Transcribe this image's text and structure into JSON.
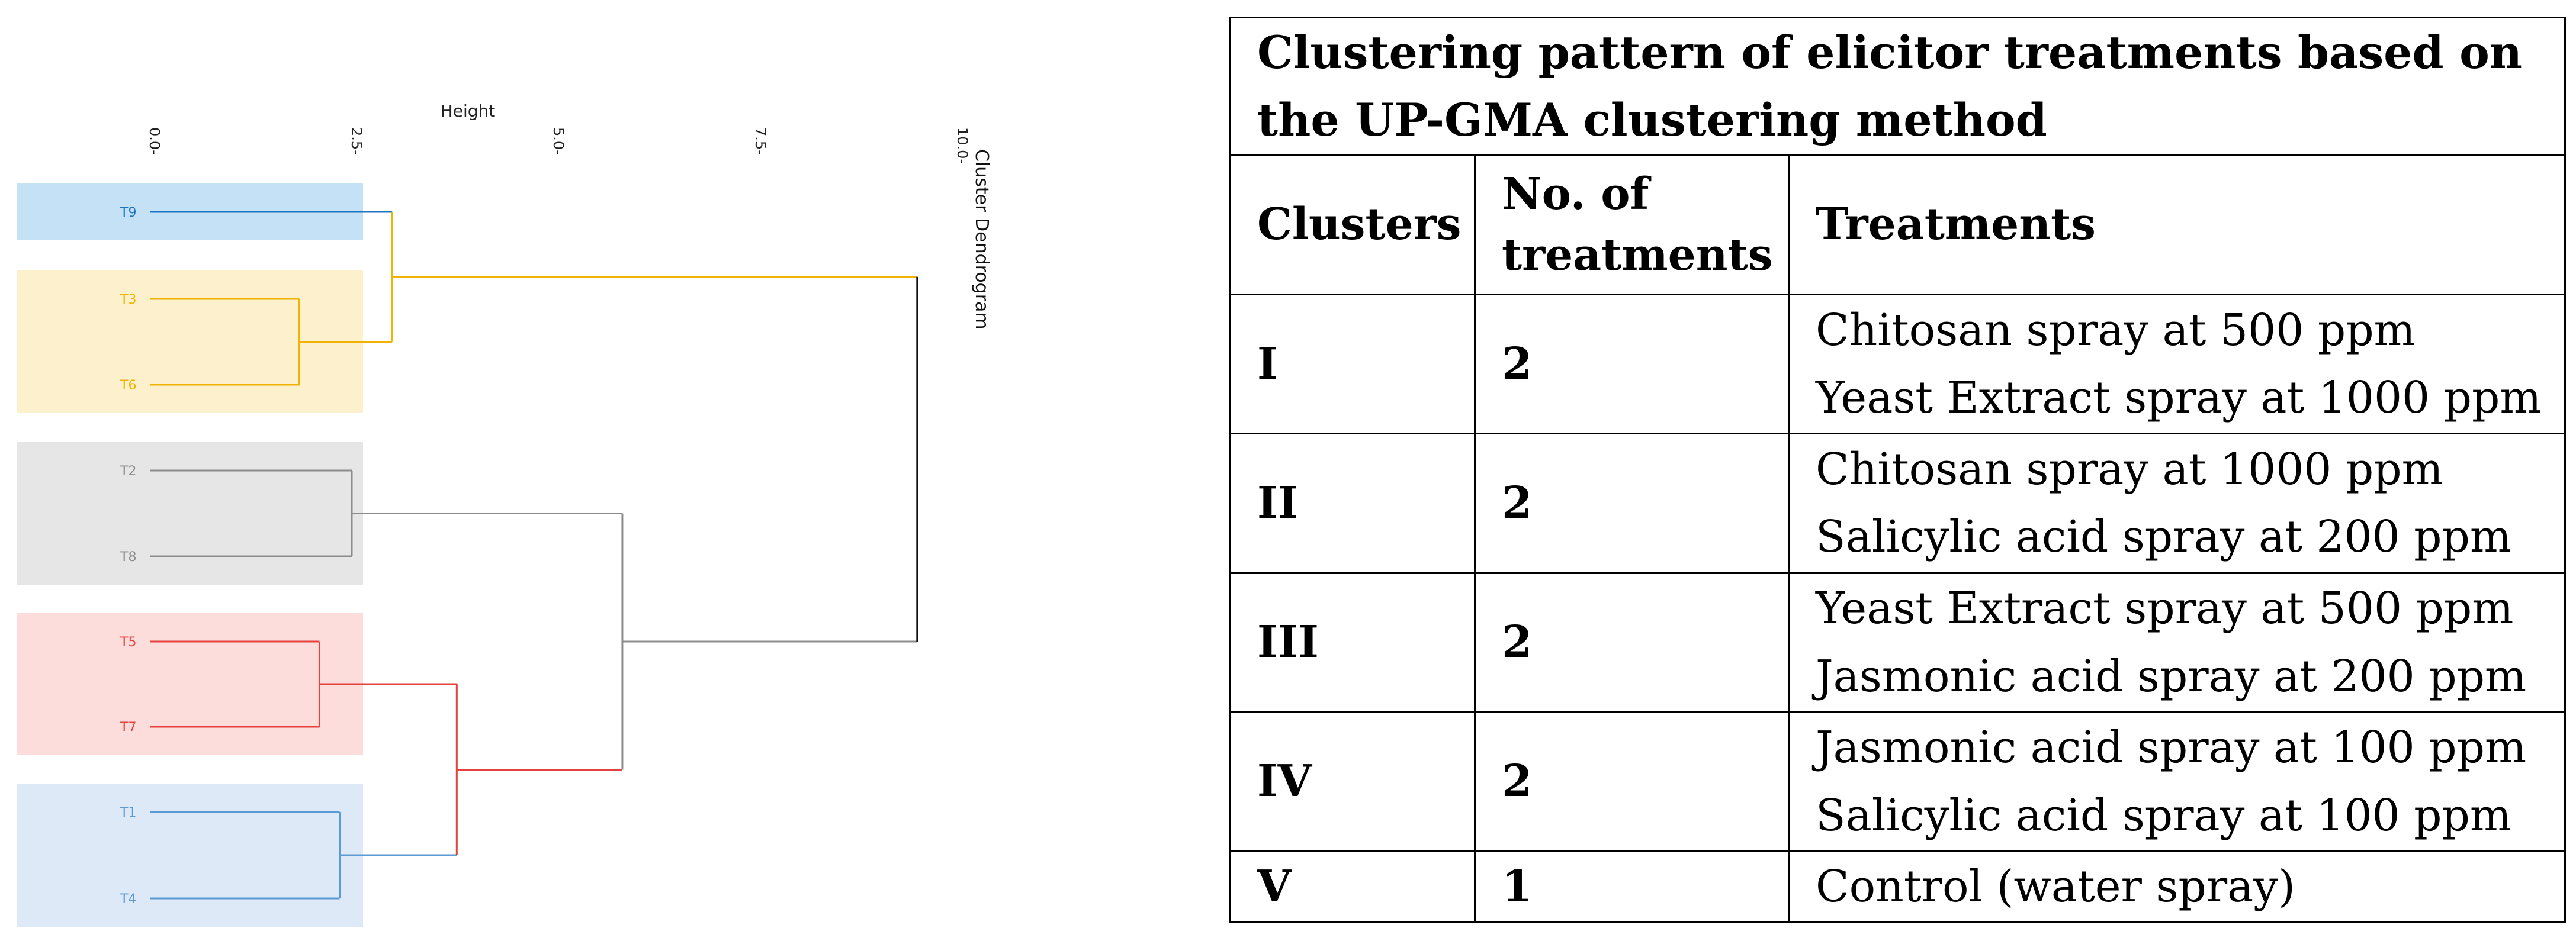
{
  "dendrogram": {
    "title": "Cluster Dendrogram",
    "axis_title": "Height",
    "ticks": [
      "0.0-",
      "2.5-",
      "5.0-",
      "7.5-",
      "10.0-"
    ],
    "tick_values": [
      0,
      2.5,
      5,
      7.5,
      10
    ],
    "leaves": [
      {
        "label": "T9",
        "color": "#1f77c4",
        "band": "#c5e1f5"
      },
      {
        "label": "T3",
        "color": "#f0b400",
        "band": "#fdf0cc"
      },
      {
        "label": "T6",
        "color": "#f0b400",
        "band": "#fdf0cc"
      },
      {
        "label": "T2",
        "color": "#8c8c8c",
        "band": "#e6e6e6"
      },
      {
        "label": "T8",
        "color": "#8c8c8c",
        "band": "#e6e6e6"
      },
      {
        "label": "T5",
        "color": "#e5423e",
        "band": "#fddcdc"
      },
      {
        "label": "T7",
        "color": "#e5423e",
        "band": "#fddcdc"
      },
      {
        "label": "T1",
        "color": "#5b9bd5",
        "band": "#dde9f7"
      },
      {
        "label": "T4",
        "color": "#5b9bd5",
        "band": "#dde9f7"
      }
    ],
    "bands": [
      {
        "from": 0,
        "to": 0,
        "color": "#c5e1f5"
      },
      {
        "from": 1,
        "to": 2,
        "color": "#fdf0cc"
      },
      {
        "from": 3,
        "to": 4,
        "color": "#e6e6e6"
      },
      {
        "from": 5,
        "to": 6,
        "color": "#fddcdc"
      },
      {
        "from": 7,
        "to": 8,
        "color": "#dde9f7"
      }
    ],
    "merges": [
      {
        "a": "T3",
        "b": "T6",
        "height": 1.85,
        "id": "m36",
        "color": "#f0b400"
      },
      {
        "a": "T2",
        "b": "T8",
        "height": 2.5,
        "id": "m28",
        "color": "#8c8c8c"
      },
      {
        "a": "T5",
        "b": "T7",
        "height": 2.1,
        "id": "m57",
        "color": "#e5423e"
      },
      {
        "a": "T1",
        "b": "T4",
        "height": 2.35,
        "id": "m14",
        "color": "#5b9bd5"
      },
      {
        "a": "T9",
        "b": "m36",
        "height": 3.0,
        "id": "m936",
        "color": "#f0b400"
      },
      {
        "a": "m57",
        "b": "m14",
        "height": 3.8,
        "id": "m5714",
        "color": "#e5423e"
      },
      {
        "a": "m28",
        "b": "m5714",
        "height": 5.85,
        "id": "m28r",
        "color": "#8c8c8c"
      },
      {
        "a": "m936",
        "b": "m28r",
        "height": 9.5,
        "id": "root",
        "color": "#111111"
      }
    ]
  },
  "table": {
    "title": "Clustering pattern of elicitor treatments based on the UP-GMA clustering method",
    "headers": {
      "clusters": "Clusters",
      "count": "No. of treatments",
      "treatments": "Treatments"
    },
    "rows": [
      {
        "cluster": "I",
        "count": "2",
        "treatments": [
          "Chitosan spray at 500 ppm",
          "Yeast Extract spray at 1000 ppm"
        ]
      },
      {
        "cluster": "II",
        "count": "2",
        "treatments": [
          "Chitosan spray at 1000 ppm",
          "Salicylic acid spray at 200 ppm"
        ]
      },
      {
        "cluster": "III",
        "count": "2",
        "treatments": [
          "Yeast Extract spray at 500 ppm",
          "Jasmonic acid spray at 200 ppm"
        ]
      },
      {
        "cluster": "IV",
        "count": "2",
        "treatments": [
          "Jasmonic acid spray at 100 ppm",
          "Salicylic acid spray at 100 ppm"
        ]
      },
      {
        "cluster": "V",
        "count": "1",
        "treatments": [
          "Control (water spray)"
        ]
      }
    ]
  }
}
